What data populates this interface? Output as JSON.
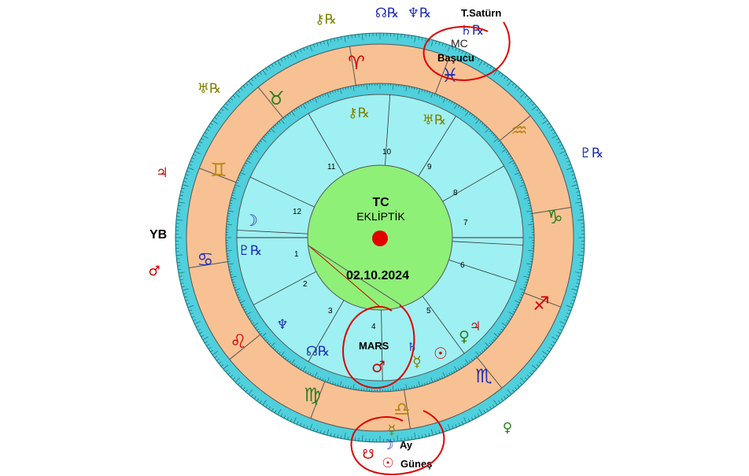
{
  "center": {
    "title": "TC",
    "subtitle": "EKLİPTİK",
    "date": "02.10.2024"
  },
  "axis_label": "YB",
  "annotations": {
    "mars": "MARS",
    "saturn": "T.Satürn",
    "midheaven": "Başucu",
    "moon": "Ay",
    "sun": "Güneş",
    "mc": "MC"
  },
  "houses": [
    "1",
    "2",
    "3",
    "4",
    "5",
    "6",
    "7",
    "8",
    "9",
    "10",
    "11",
    "12"
  ],
  "zodiac": [
    {
      "name": "aries",
      "glyph": "♈",
      "color": "#cc0000"
    },
    {
      "name": "taurus",
      "glyph": "♉",
      "color": "#2e7d1e"
    },
    {
      "name": "gemini",
      "glyph": "♊",
      "color": "#b8860b"
    },
    {
      "name": "cancer",
      "glyph": "♋",
      "color": "#1f2fb8"
    },
    {
      "name": "leo",
      "glyph": "♌",
      "color": "#cc0000"
    },
    {
      "name": "virgo",
      "glyph": "♍",
      "color": "#2e7d1e"
    },
    {
      "name": "libra",
      "glyph": "♎",
      "color": "#b8860b"
    },
    {
      "name": "scorpio",
      "glyph": "♏",
      "color": "#1f2fb8"
    },
    {
      "name": "sagittarius",
      "glyph": "♐",
      "color": "#cc0000"
    },
    {
      "name": "capricorn",
      "glyph": "♑",
      "color": "#2e7d1e"
    },
    {
      "name": "aquarius",
      "glyph": "♒",
      "color": "#b8860b"
    },
    {
      "name": "pisces",
      "glyph": "♓",
      "color": "#1f2fb8"
    }
  ],
  "planets": {
    "outer": [
      {
        "name": "chiron-outer",
        "glyph": "⚷℞",
        "color": "#808000"
      },
      {
        "name": "node-outer",
        "glyph": "☊℞",
        "color": "#1f2fb8"
      },
      {
        "name": "neptune-outer",
        "glyph": "♆℞",
        "color": "#1f2fb8"
      },
      {
        "name": "saturn-outer",
        "glyph": "♄℞",
        "color": "#1f2fb8"
      },
      {
        "name": "pluto-outer-right",
        "glyph": "♇℞",
        "color": "#1f2fb8"
      },
      {
        "name": "uranus-outer",
        "glyph": "♅℞",
        "color": "#808000"
      },
      {
        "name": "jupiter-outer",
        "glyph": "♃",
        "color": "#cc0000"
      },
      {
        "name": "mars-outer",
        "glyph": "♂",
        "color": "#cc0000"
      },
      {
        "name": "venus-outer",
        "glyph": "♀",
        "color": "#2e7d1e"
      }
    ],
    "inner": [
      {
        "name": "chiron-inner",
        "glyph": "⚷℞",
        "color": "#808000"
      },
      {
        "name": "uranus-inner",
        "glyph": "♅℞",
        "color": "#808000"
      },
      {
        "name": "moon-inner",
        "glyph": "☽",
        "color": "#1f2fb8"
      },
      {
        "name": "pluto-inner",
        "glyph": "♇℞",
        "color": "#1f2fb8"
      },
      {
        "name": "neptune-inner",
        "glyph": "♆",
        "color": "#1f2fb8"
      },
      {
        "name": "node-inner",
        "glyph": "☊℞",
        "color": "#1f2fb8"
      },
      {
        "name": "mars-inner",
        "glyph": "♂",
        "color": "#cc0000"
      },
      {
        "name": "mercury-inner",
        "glyph": "☿",
        "color": "#808000"
      },
      {
        "name": "sun-inner",
        "glyph": "☉",
        "color": "#cc0000"
      },
      {
        "name": "venus-inner",
        "glyph": "♀",
        "color": "#2e7d1e"
      },
      {
        "name": "jupiter-inner",
        "glyph": "♃",
        "color": "#cc0000"
      },
      {
        "name": "saturn-inner",
        "glyph": "♄",
        "color": "#1f2fb8"
      }
    ],
    "bottom": [
      {
        "name": "mercury-bottom",
        "glyph": "☿",
        "color": "#808000"
      },
      {
        "name": "moon-bottom",
        "glyph": "☽",
        "color": "#1f2fb8"
      },
      {
        "name": "south-node-bottom",
        "glyph": "☋",
        "color": "#cc0000"
      },
      {
        "name": "sun-bottom",
        "glyph": "☉",
        "color": "#cc0000"
      }
    ]
  },
  "colors": {
    "outer_ring": "#4fd0dc",
    "zodiac_band": "#f8c193",
    "house_ring": "#9ff0f2",
    "center": "#8ef077",
    "center_dot": "#e00000",
    "annotation_red": "#e00000"
  }
}
